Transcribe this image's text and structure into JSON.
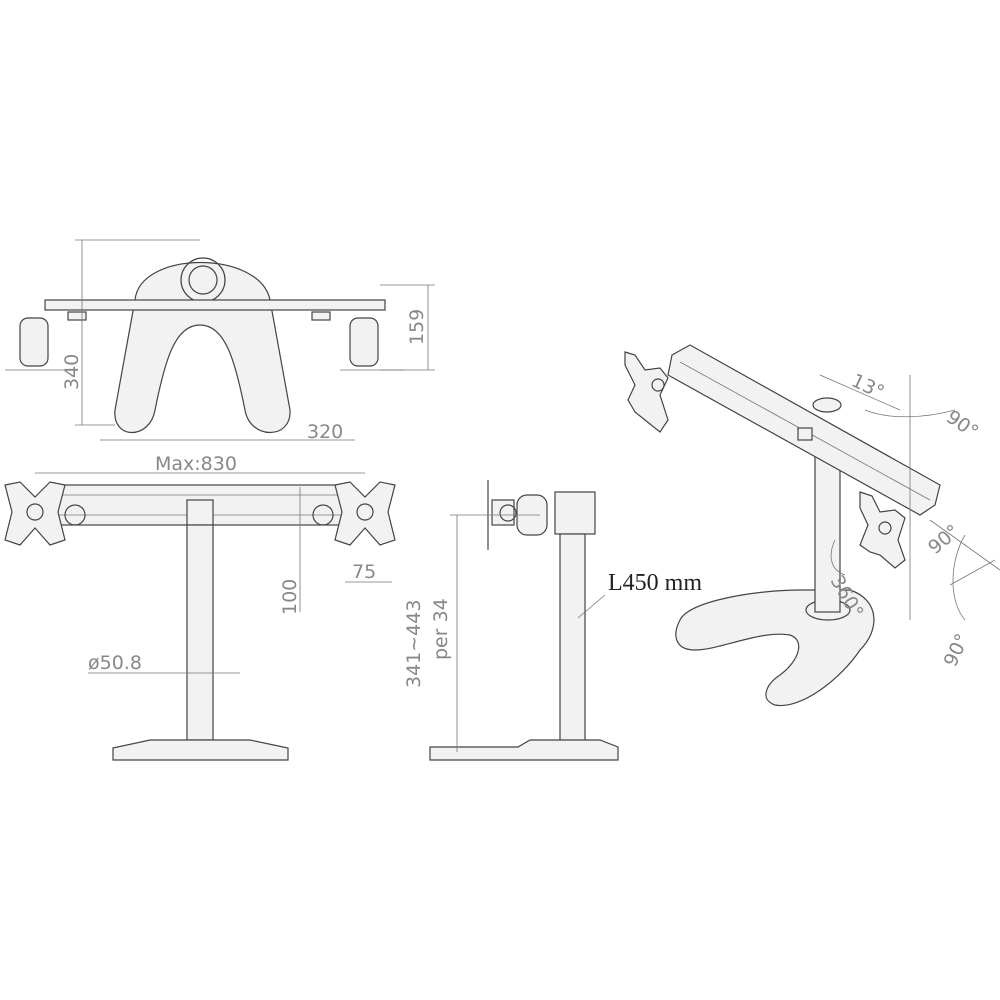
{
  "top_view": {
    "height_label": "340",
    "side_height_label": "159",
    "base_width_label": "320"
  },
  "front_view": {
    "max_width_label": "Max:830",
    "vesa_height_label": "100",
    "vesa_width_label": "75",
    "pole_diameter_label": "ø50.8"
  },
  "side_view": {
    "height_range_label": "341~443",
    "step_label": "per 34",
    "pole_length_label": "L450 mm"
  },
  "iso_view": {
    "tilt_label": "13°",
    "swivel_label": "90°",
    "rotate_label": "360°",
    "pivot_label_1": "90°",
    "pivot_label_2": "90°"
  }
}
